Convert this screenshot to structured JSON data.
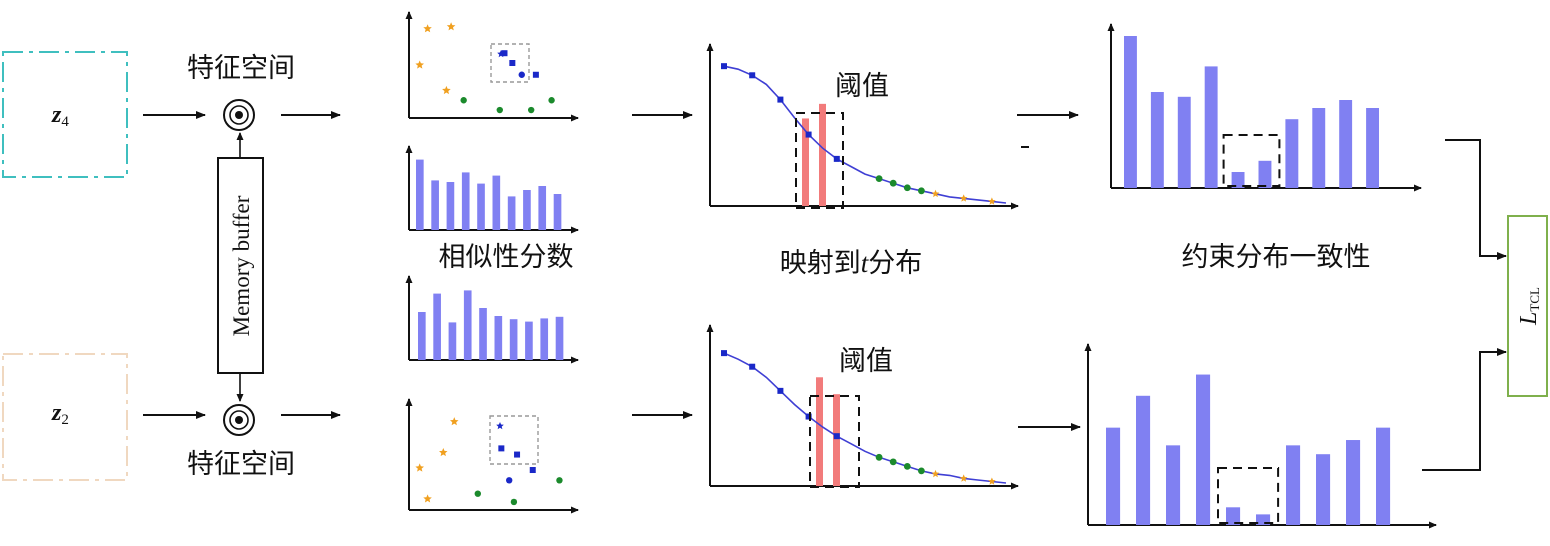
{
  "inputs": {
    "z_top": {
      "symbol": "z",
      "subscript": "4",
      "color": "#3fbfbf"
    },
    "z_bottom": {
      "symbol": "z",
      "subscript": "2",
      "color": "#f0d8c0"
    }
  },
  "labels": {
    "feature_space": "特征空间",
    "memory_buffer": "Memory buffer",
    "similarity_scores": "相似性分数",
    "map_to_t_prefix": "映射到",
    "map_to_t_var": "t",
    "map_to_t_suffix": "分布",
    "threshold": "阈值",
    "constrain": "约束分布一致性",
    "loss_symbol": "L",
    "loss_subscript": "TCL"
  },
  "colors": {
    "bar": "#8080f2",
    "highlight_bar": "#f27b7b",
    "curve": "#3f3fd4",
    "loss_box": "#7fb04c",
    "star": "#f0a020",
    "square": "#1a28c8",
    "dot_green": "#1b8a2c"
  },
  "chart_data": [
    {
      "type": "scatter",
      "title": "",
      "series": [
        {
          "name": "",
          "marker": "star",
          "points": [
            [
              0.08,
              0.85
            ],
            [
              0.23,
              0.87
            ],
            [
              0.03,
              0.48
            ],
            [
              0.2,
              0.22
            ]
          ]
        },
        {
          "name": "",
          "marker": "square",
          "points": [
            [
              0.57,
              0.6
            ],
            [
              0.62,
              0.5
            ],
            [
              0.77,
              0.38
            ]
          ]
        },
        {
          "name": "",
          "marker": "dot",
          "points": [
            [
              0.68,
              0.38
            ]
          ]
        },
        {
          "name": "",
          "marker": "dot",
          "points": [
            [
              0.31,
              0.12
            ],
            [
              0.54,
              0.02
            ],
            [
              0.74,
              0.02
            ],
            [
              0.87,
              0.12
            ]
          ]
        }
      ]
    },
    {
      "type": "bar",
      "title": "",
      "values": [
        0.88,
        0.62,
        0.6,
        0.72,
        0.58,
        0.68,
        0.42,
        0.5,
        0.55,
        0.45
      ]
    },
    {
      "type": "bar",
      "title": "",
      "values": [
        0.6,
        0.83,
        0.47,
        0.87,
        0.65,
        0.55,
        0.51,
        0.48,
        0.52,
        0.54
      ]
    },
    {
      "type": "scatter",
      "title": "",
      "series": [
        {
          "name": "",
          "marker": "star",
          "points": [
            [
              0.25,
              0.8
            ],
            [
              0.18,
              0.5
            ],
            [
              0.03,
              0.35
            ],
            [
              0.08,
              0.05
            ]
          ]
        },
        {
          "name": "",
          "marker": "square",
          "points": [
            [
              0.55,
              0.54
            ],
            [
              0.65,
              0.48
            ],
            [
              0.75,
              0.33
            ]
          ]
        },
        {
          "name": "",
          "marker": "dot",
          "points": [
            [
              0.6,
              0.23
            ]
          ]
        },
        {
          "name": "",
          "marker": "dot",
          "points": [
            [
              0.4,
              0.1
            ],
            [
              0.63,
              0.02
            ],
            [
              0.92,
              0.23
            ]
          ]
        }
      ]
    },
    {
      "type": "line",
      "title": "",
      "x": [
        0,
        0.05,
        0.1,
        0.15,
        0.2,
        0.25,
        0.3,
        0.35,
        0.4,
        0.45,
        0.5,
        0.55,
        0.6,
        0.65,
        0.7,
        0.75,
        0.8,
        0.85,
        0.9,
        0.95,
        1.0
      ],
      "y": [
        0.92,
        0.9,
        0.86,
        0.8,
        0.7,
        0.58,
        0.47,
        0.38,
        0.31,
        0.26,
        0.21,
        0.18,
        0.15,
        0.12,
        0.1,
        0.08,
        0.06,
        0.05,
        0.04,
        0.03,
        0.02
      ],
      "highlight_bars": [
        0.36,
        0.42
      ]
    },
    {
      "type": "line",
      "title": "",
      "x": [
        0,
        0.05,
        0.1,
        0.15,
        0.2,
        0.25,
        0.3,
        0.35,
        0.4,
        0.45,
        0.5,
        0.55,
        0.6,
        0.65,
        0.7,
        0.75,
        0.8,
        0.85,
        0.9,
        0.95,
        1.0
      ],
      "y": [
        0.88,
        0.84,
        0.79,
        0.72,
        0.63,
        0.54,
        0.46,
        0.39,
        0.33,
        0.28,
        0.23,
        0.19,
        0.16,
        0.13,
        0.1,
        0.08,
        0.07,
        0.05,
        0.04,
        0.03,
        0.02
      ],
      "highlight_bars": [
        0.45,
        0.38
      ]
    },
    {
      "type": "bar",
      "title": "",
      "values": [
        0.95,
        0.6,
        0.57,
        0.76,
        0.1,
        0.17,
        0.43,
        0.5,
        0.55,
        0.5
      ],
      "threshold_box_indices": [
        4,
        5
      ]
    },
    {
      "type": "bar",
      "title": "",
      "values": [
        0.55,
        0.73,
        0.45,
        0.85,
        0.1,
        0.06,
        0.45,
        0.4,
        0.48,
        0.55
      ],
      "threshold_box_indices": [
        4,
        5
      ]
    }
  ]
}
